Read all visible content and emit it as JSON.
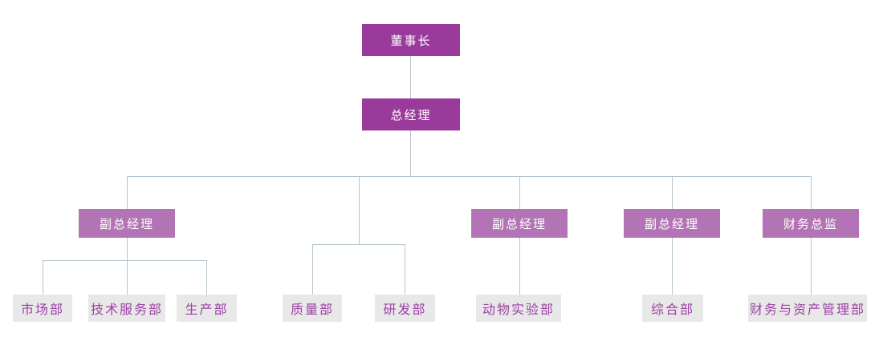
{
  "colors": {
    "executive_box_fill": "#9A3A9B",
    "manager_box_fill": "#B274B4",
    "department_box_fill": "#E8E8E8",
    "department_text": "#9C41A3",
    "connector_line": "#B5C4CE",
    "executive_text": "#FFFFFF"
  },
  "hierarchy": {
    "label": "董事长",
    "children": [
      {
        "label": "总经理",
        "children": [
          {
            "label": "副总经理",
            "children": [
              {
                "label": "市场部"
              },
              {
                "label": "技术服务部"
              },
              {
                "label": "生产部"
              }
            ]
          },
          {
            "label": "",
            "children": [
              {
                "label": "质量部"
              },
              {
                "label": "研发部"
              }
            ]
          },
          {
            "label": "副总经理",
            "children": [
              {
                "label": "动物实验部"
              }
            ]
          },
          {
            "label": "副总经理",
            "children": [
              {
                "label": "综合部"
              }
            ]
          },
          {
            "label": "财务总监",
            "children": [
              {
                "label": "财务与资产管理部"
              }
            ]
          }
        ]
      }
    ]
  }
}
